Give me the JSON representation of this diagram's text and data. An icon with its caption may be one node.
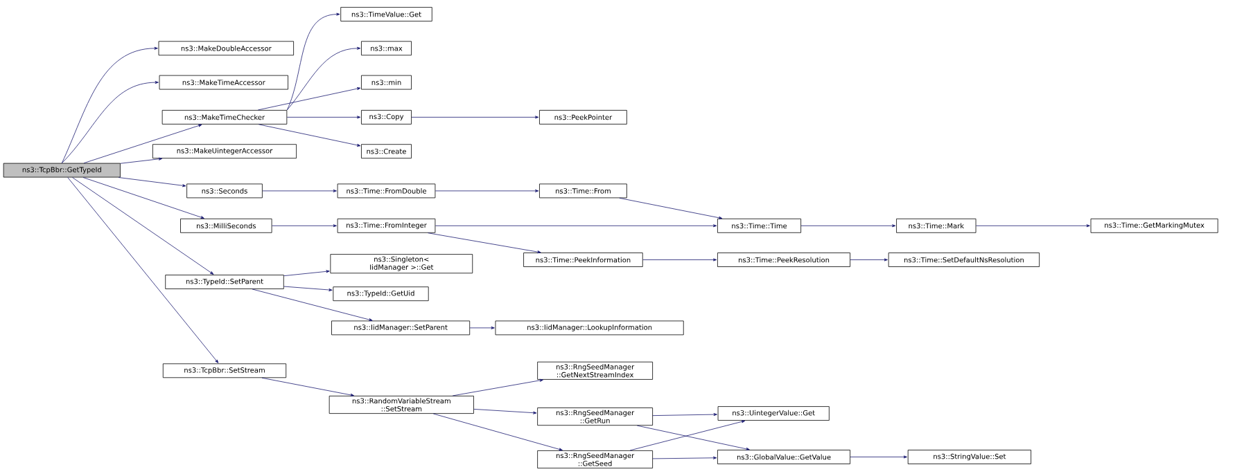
{
  "diagram": {
    "nodes": [
      {
        "text": [
          "ns3::TcpBbr::GetTypeId"
        ]
      },
      {
        "text": [
          "ns3::MakeDoubleAccessor"
        ]
      },
      {
        "text": [
          "ns3::MakeTimeAccessor"
        ]
      },
      {
        "text": [
          "ns3::MakeTimeChecker"
        ]
      },
      {
        "text": [
          "ns3::MakeUintegerAccessor"
        ]
      },
      {
        "text": [
          "ns3::Seconds"
        ]
      },
      {
        "text": [
          "ns3::MilliSeconds"
        ]
      },
      {
        "text": [
          "ns3::TypeId::SetParent"
        ]
      },
      {
        "text": [
          "ns3::TcpBbr::SetStream"
        ]
      },
      {
        "text": [
          "ns3::TimeValue::Get"
        ]
      },
      {
        "text": [
          "ns3::max"
        ]
      },
      {
        "text": [
          "ns3::min"
        ]
      },
      {
        "text": [
          "ns3::Copy"
        ]
      },
      {
        "text": [
          "ns3::Create"
        ]
      },
      {
        "text": [
          "ns3::PeekPointer"
        ]
      },
      {
        "text": [
          "ns3::Time::FromDouble"
        ]
      },
      {
        "text": [
          "ns3::Time::FromInteger"
        ]
      },
      {
        "text": [
          "ns3::Time::From"
        ]
      },
      {
        "text": [
          "ns3::Time::PeekInformation"
        ]
      },
      {
        "text": [
          "ns3::Time::Time"
        ]
      },
      {
        "text": [
          "ns3::Time::Mark"
        ]
      },
      {
        "text": [
          "ns3::Time::GetMarkingMutex"
        ]
      },
      {
        "text": [
          "ns3::Time::PeekResolution"
        ]
      },
      {
        "text": [
          "ns3::Time::SetDefaultNsResolution"
        ]
      },
      {
        "text": [
          "ns3::Singleton< IidManager >::Get"
        ]
      },
      {
        "text": [
          "ns3::TypeId::GetUid"
        ]
      },
      {
        "text": [
          "ns3::IidManager::SetParent"
        ]
      },
      {
        "text": [
          "ns3::IidManager::LookupInformation"
        ]
      },
      {
        "text": [
          "ns3::RandomVariableStream ::SetStream"
        ]
      },
      {
        "text": [
          "ns3::RngSeedManager ::GetNextStreamIndex"
        ]
      },
      {
        "text": [
          "ns3::RngSeedManager ::GetRun"
        ]
      },
      {
        "text": [
          "ns3::RngSeedManager ::GetSeed"
        ]
      },
      {
        "text": [
          "ns3::UintegerValue::Get"
        ]
      },
      {
        "text": [
          "ns3::GlobalValue::GetValue"
        ]
      },
      {
        "text": [
          "ns3::StringValue::Set"
        ]
      }
    ],
    "edges": [
      {
        "from": 0,
        "to": 1,
        "arrow": "to"
      },
      {
        "from": 0,
        "to": 2,
        "arrow": "to"
      },
      {
        "from": 0,
        "to": 3,
        "arrow": "to"
      },
      {
        "from": 0,
        "to": 4,
        "arrow": "to"
      },
      {
        "from": 0,
        "to": 5,
        "arrow": "to"
      },
      {
        "from": 0,
        "to": 6,
        "arrow": "to"
      },
      {
        "from": 0,
        "to": 7,
        "arrow": "to"
      },
      {
        "from": 0,
        "to": 8,
        "arrow": "to"
      },
      {
        "from": 3,
        "to": 9,
        "arrow": "to"
      },
      {
        "from": 3,
        "to": 10,
        "arrow": "to"
      },
      {
        "from": 3,
        "to": 11,
        "arrow": "to"
      },
      {
        "from": 3,
        "to": 12,
        "arrow": "to"
      },
      {
        "from": 3,
        "to": 13,
        "arrow": "to"
      },
      {
        "from": 12,
        "to": 14,
        "arrow": "to"
      },
      {
        "from": 5,
        "to": 15,
        "arrow": "to"
      },
      {
        "from": 15,
        "to": 17,
        "arrow": "to"
      },
      {
        "from": 17,
        "to": 19,
        "arrow": "to"
      },
      {
        "from": 6,
        "to": 16,
        "arrow": "to"
      },
      {
        "from": 16,
        "to": 19,
        "arrow": "to"
      },
      {
        "from": 16,
        "to": 18,
        "arrow": "to"
      },
      {
        "from": 18,
        "to": 22,
        "arrow": "to"
      },
      {
        "from": 22,
        "to": 23,
        "arrow": "to"
      },
      {
        "from": 19,
        "to": 20,
        "arrow": "to"
      },
      {
        "from": 20,
        "to": 21,
        "arrow": "to"
      },
      {
        "from": 7,
        "to": 24,
        "arrow": "to"
      },
      {
        "from": 7,
        "to": 25,
        "arrow": "to"
      },
      {
        "from": 7,
        "to": 26,
        "arrow": "to"
      },
      {
        "from": 26,
        "to": 27,
        "arrow": "to"
      },
      {
        "from": 8,
        "to": 28,
        "arrow": "to"
      },
      {
        "from": 28,
        "to": 29,
        "arrow": "to"
      },
      {
        "from": 28,
        "to": 30,
        "arrow": "to"
      },
      {
        "from": 28,
        "to": 31,
        "arrow": "to"
      },
      {
        "from": 30,
        "to": 32,
        "arrow": "to"
      },
      {
        "from": 30,
        "to": 33,
        "arrow": "to"
      },
      {
        "from": 31,
        "to": 32,
        "arrow": "to"
      },
      {
        "from": 31,
        "to": 33,
        "arrow": "to"
      },
      {
        "from": 33,
        "to": 34,
        "arrow": "to"
      }
    ]
  }
}
